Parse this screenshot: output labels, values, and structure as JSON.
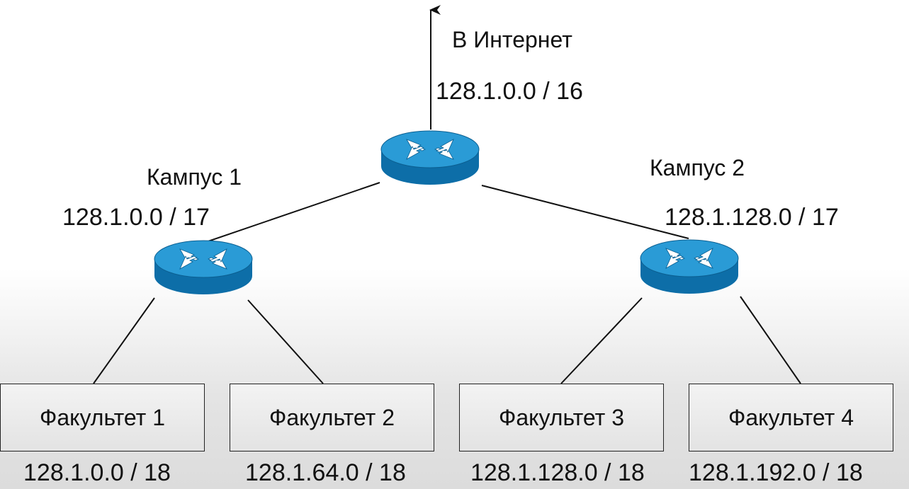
{
  "internet": {
    "label": "В Интернет",
    "network": "128.1.0.0 / 16"
  },
  "campuses": [
    {
      "label": "Кампус 1",
      "network": "128.1.0.0 / 17"
    },
    {
      "label": "Кампус 2",
      "network": "128.1.128.0 / 17"
    }
  ],
  "faculties": [
    {
      "label": "Факультет 1",
      "network": "128.1.0.0 / 18"
    },
    {
      "label": "Факультет 2",
      "network": "128.1.64.0 / 18"
    },
    {
      "label": "Факультет 3",
      "network": "128.1.128.0 / 18"
    },
    {
      "label": "Факультет 4",
      "network": "128.1.192.0 / 18"
    }
  ],
  "colors": {
    "router_top": "#2a9bd6",
    "router_side": "#0d6ea8",
    "link": "#111111"
  },
  "icons": {
    "router": "router-icon",
    "uplink_arrow": "arrow-up-icon"
  }
}
